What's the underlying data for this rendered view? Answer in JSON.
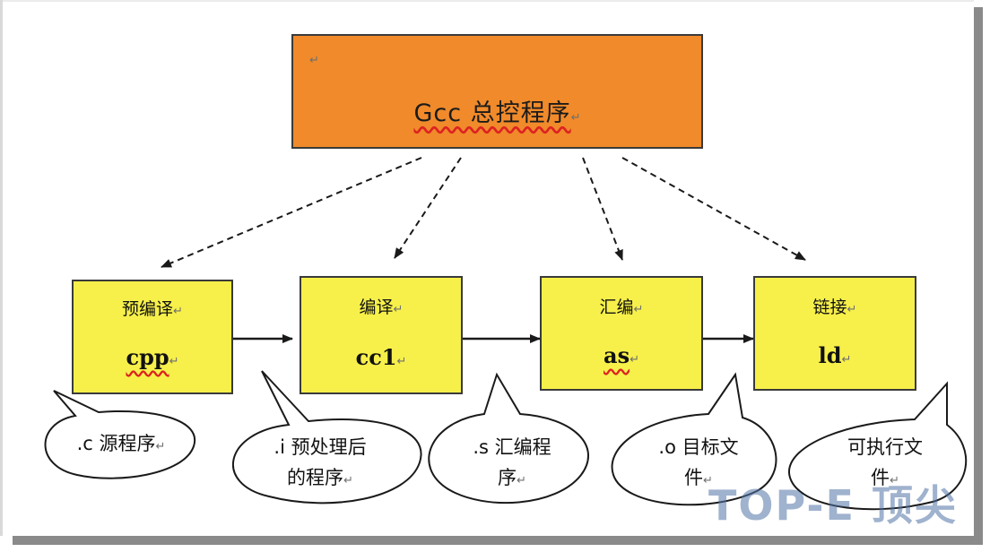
{
  "return_mark": "↵",
  "main": {
    "title": "Gcc 总控程序"
  },
  "stages": [
    {
      "label": "预编译",
      "program": "cpp"
    },
    {
      "label": "编译",
      "program": "cc1"
    },
    {
      "label": "汇编",
      "program": "as"
    },
    {
      "label": "链接",
      "program": "ld"
    }
  ],
  "files": [
    {
      "line1": ".c 源程序",
      "line2": ""
    },
    {
      "line1": ".i 预处理后",
      "line2": "的程序"
    },
    {
      "line1": ".s 汇编程",
      "line2": "序"
    },
    {
      "line1": ".o 目标文",
      "line2": "件"
    },
    {
      "line1": "可执行文",
      "line2": "件"
    }
  ],
  "watermark": {
    "text": "TOP-E 顶尖"
  },
  "colors": {
    "main_box": "#f08a2a",
    "stage_box": "#f7f04a",
    "line": "#1a1a1a"
  }
}
